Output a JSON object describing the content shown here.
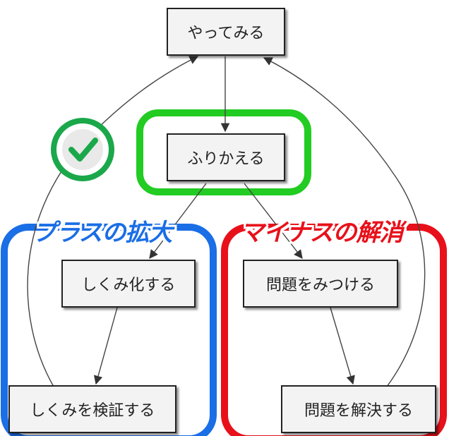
{
  "nodes": {
    "try": "やってみる",
    "reflect": "ふりかえる",
    "systematize": "しくみ化する",
    "verify": "しくみを検証する",
    "find_problem": "問題をみつける",
    "solve_problem": "問題を解決する"
  },
  "groups": {
    "plus": "プラスの拡大",
    "minus": "マイナスの解消"
  },
  "colors": {
    "plus": "#1a6ee6",
    "minus": "#e8101a",
    "highlight": "#22cc22",
    "check": "#1aa84a"
  },
  "icons": {
    "check": "check-circle-icon"
  }
}
